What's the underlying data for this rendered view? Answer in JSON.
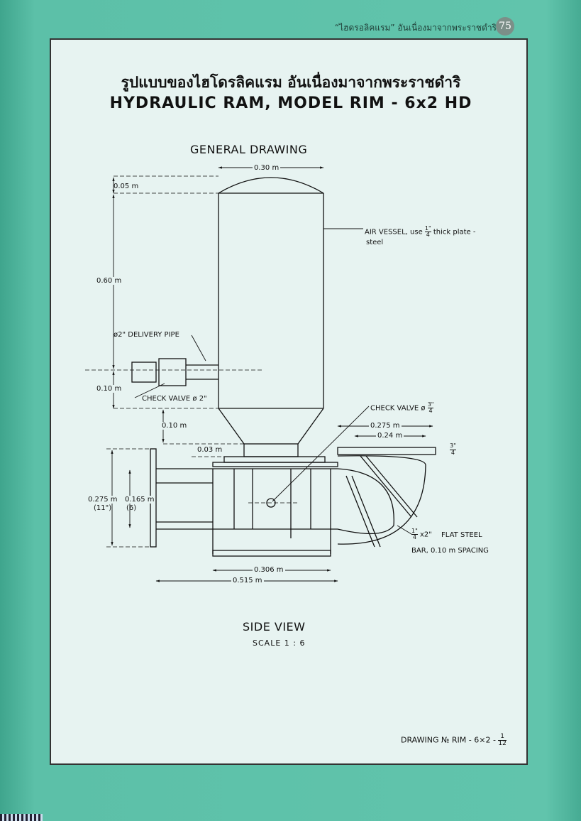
{
  "header": {
    "running_title": "“ไฮดรอลิคแรม” อันเนื่องมาจากพระราชดำริ",
    "page_number": "75"
  },
  "title": {
    "thai": "รูปแบบของไฮโดรลิคแรม อันเนื่องมาจากพระราชดำริ",
    "english": "HYDRAULIC RAM, MODEL RIM - 6x2 HD"
  },
  "drawing": {
    "heading": "GENERAL DRAWING",
    "dimensions": {
      "vessel_width": "0.30 m",
      "dome_height": "0.05 m",
      "vessel_height": "0.60 m",
      "pipe_offset": "0.10 m",
      "neck_height": "0.10 m",
      "plate_height": "0.03 m",
      "body_height": "0.275 m",
      "body_height_in": "(11\")",
      "inlet_height": "0.165 m",
      "inlet_height_in": "(6)",
      "base_width": "0.306 m",
      "total_width": "0.515 m",
      "grate_outer": "0.275 m",
      "grate_inner": "0.24 m"
    },
    "annotations": {
      "air_vessel_line1": "AIR VESSEL, use",
      "air_vessel_frac_num": "1\"",
      "air_vessel_frac_den": "4",
      "air_vessel_line1_end": "thick plate -",
      "air_vessel_line2": "steel",
      "delivery_pipe": "ø2\" DELIVERY PIPE",
      "check_valve_small": "CHECK VALVE ø 2\"",
      "check_valve_main": "CHECK VALVE ø",
      "check_valve_main_num": "3\"",
      "check_valve_main_den": "4",
      "plate_thk_num": "3\"",
      "plate_thk_den": "4",
      "flat_steel_num": "1\"",
      "flat_steel_den": "4",
      "flat_steel_x": "x2\"",
      "flat_steel_line1": "FLAT STEEL",
      "flat_steel_line2": "BAR, 0.10 m SPACING"
    },
    "view_title": "SIDE VIEW",
    "scale": "SCALE 1 : 6",
    "drawing_number": "DRAWING № RIM - 6×2 -",
    "drawing_sheet_num": "1",
    "drawing_sheet_den": "12"
  },
  "colors": {
    "page_background": "#5cc0a8",
    "sheet_background": "#e7f3f1",
    "line": "#111111"
  }
}
